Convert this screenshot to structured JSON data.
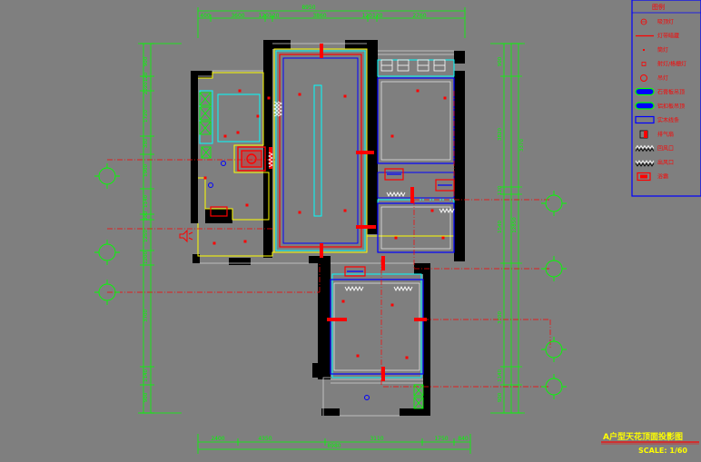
{
  "colors": {
    "background": "#7f7f7f",
    "wall": "#000000",
    "dimension": "#00ff00",
    "ceiling_red": "#ff0000",
    "ceiling_blue": "#0000ff",
    "ceiling_cyan": "#00ffff",
    "ceiling_yellow": "#ffff00",
    "legend_border": "#0000ff",
    "title_text": "#ffff00"
  },
  "top_dims": {
    "total": "8950",
    "segments": [
      "400",
      "3600",
      "120120",
      "3860",
      "120120",
      "2760"
    ]
  },
  "bottom_dims": {
    "total": "8980",
    "segments": [
      "2400",
      "4350",
      "3110",
      "1750",
      "840"
    ]
  },
  "left_dims": {
    "segments": [
      "900",
      "2020120",
      "1720",
      "330",
      "1900",
      "1140",
      "300",
      "1250",
      "1200",
      "3700",
      "1140",
      "900"
    ]
  },
  "right_dims": {
    "overall": [
      "12850",
      "3370"
    ],
    "segments": [
      "900",
      "3820",
      "120",
      "1540",
      "3700",
      "1140",
      "900"
    ]
  },
  "legend": {
    "header": "图例",
    "items": [
      {
        "label": "吸顶灯",
        "icon": "ceiling-lamp-icon"
      },
      {
        "label": "灯带暗藏",
        "icon": "hidden-strip-icon"
      },
      {
        "label": "筒灯",
        "icon": "downlight-icon"
      },
      {
        "label": "射灯/格栅灯",
        "icon": "spotlight-icon"
      },
      {
        "label": "吊灯",
        "icon": "pendant-lamp-icon"
      },
      {
        "label": "石膏板吊顶",
        "icon": "gypsum-ceiling-icon"
      },
      {
        "label": "铝扣板吊顶",
        "icon": "aluminum-ceiling-icon"
      },
      {
        "label": "实木线条",
        "icon": "wood-molding-icon"
      },
      {
        "label": "排气扇",
        "icon": "exhaust-fan-icon"
      },
      {
        "label": "回风口",
        "icon": "return-vent-icon"
      },
      {
        "label": "出风口",
        "icon": "supply-vent-icon"
      },
      {
        "label": "浴霸",
        "icon": "bath-heater-icon"
      }
    ]
  },
  "title": {
    "main": "A户型天花顶面投影图",
    "scale": "SCALE: 1/60"
  }
}
